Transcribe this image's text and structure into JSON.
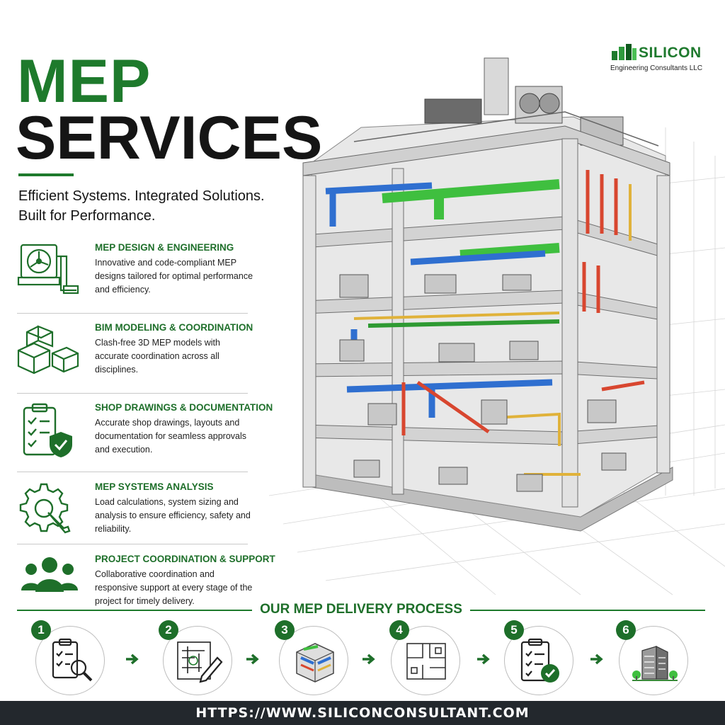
{
  "brand": {
    "name": "SILICON",
    "subtitle": "Engineering Consultants LLC",
    "color": "#1e7a2c"
  },
  "hero": {
    "title_line1": "MEP",
    "title_line2": "SERVICES",
    "tagline": "Efficient Systems. Integrated Solutions. Built for Performance."
  },
  "services": [
    {
      "title": "MEP DESIGN & ENGINEERING",
      "description": "Innovative and code-compliant MEP designs tailored for optimal performance and efficiency.",
      "icon": "hvac-fan-icon"
    },
    {
      "title": "BIM MODELING & COORDINATION",
      "description": "Clash-free 3D MEP models with accurate coordination across all disciplines.",
      "icon": "bim-cubes-icon"
    },
    {
      "title": "SHOP DRAWINGS & DOCUMENTATION",
      "description": "Accurate shop drawings, layouts and documentation for seamless approvals and execution.",
      "icon": "clipboard-shield-icon"
    },
    {
      "title": "MEP SYSTEMS ANALYSIS",
      "description": "Load calculations, system sizing and analysis to ensure efficiency, safety and reliability.",
      "icon": "gear-wrench-icon"
    },
    {
      "title": "PROJECT COORDINATION & SUPPORT",
      "description": "Collaborative coordination and responsive support at every stage of the project for timely delivery.",
      "icon": "team-icon"
    }
  ],
  "process": {
    "title": "OUR MEP DELIVERY PROCESS",
    "steps": [
      {
        "number": "1",
        "icon": "clipboard-search-icon"
      },
      {
        "number": "2",
        "icon": "drawing-pencil-icon"
      },
      {
        "number": "3",
        "icon": "3d-model-icon"
      },
      {
        "number": "4",
        "icon": "floor-plan-icon"
      },
      {
        "number": "5",
        "icon": "approval-checklist-icon"
      },
      {
        "number": "6",
        "icon": "completed-building-icon"
      }
    ]
  },
  "footer": {
    "url": "HTTPS://WWW.SILICONCONSULTANT.COM"
  },
  "colors": {
    "accent_green": "#1e7a2c",
    "dark_text": "#151515",
    "footer_bg": "#23282d",
    "duct_green": "#3fbf3f",
    "pipe_blue": "#2f6fd0",
    "pipe_red": "#d8462f",
    "pipe_yellow": "#e0b23a"
  }
}
